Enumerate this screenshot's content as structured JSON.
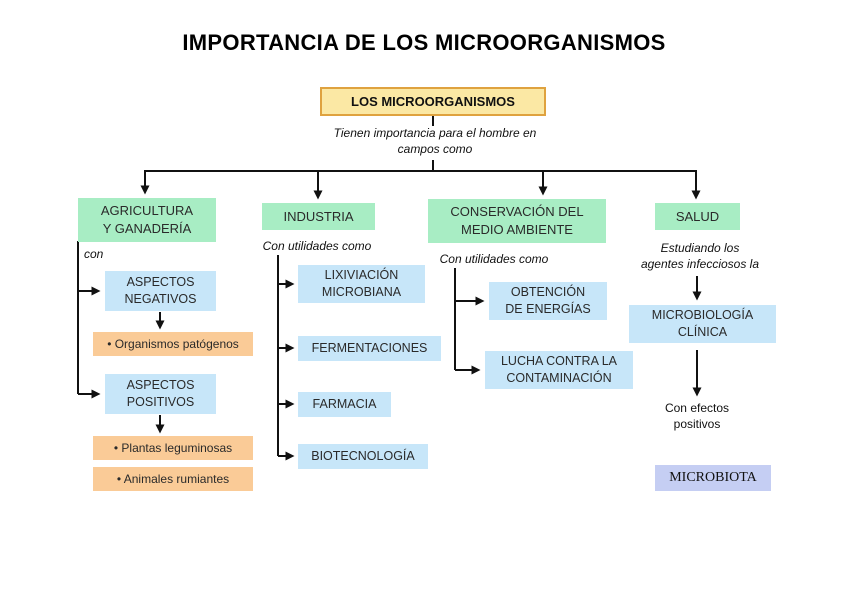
{
  "title": "IMPORTANCIA DE LOS MICROORGANISMOS",
  "root": {
    "label": "LOS MICROORGANISMOS",
    "caption": "Tienen importancia para el hombre en\ncampos como"
  },
  "agricultura": {
    "label": "AGRICULTURA\nY GANADERÍA",
    "caption": "con",
    "negativos": "ASPECTOS\nNEGATIVOS",
    "negativos_item": "• Organismos patógenos",
    "positivos": "ASPECTOS\nPOSITIVOS",
    "positivos_item1": "• Plantas leguminosas",
    "positivos_item2": "• Animales rumiantes"
  },
  "industria": {
    "label": "INDUSTRIA",
    "caption": "Con utilidades como",
    "items": [
      "LIXIVIACIÓN\nMICROBIANA",
      "FERMENTACIONES",
      "FARMACIA",
      "BIOTECNOLOGÍA"
    ]
  },
  "conservacion": {
    "label": "CONSERVACIÓN DEL\nMEDIO AMBIENTE",
    "caption": "Con utilidades como",
    "items": [
      "OBTENCIÓN\nDE ENERGÍAS",
      "LUCHA CONTRA LA\nCONTAMINACIÓN"
    ]
  },
  "salud": {
    "label": "SALUD",
    "caption": "Estudiando los\nagentes infecciosos la",
    "clinica": "MICROBIOLOGÍA\nCLÍNICA",
    "efectos": "Con efectos\npositivos",
    "microbiota": "MICROBIOTA"
  },
  "colors": {
    "root_fill": "#FBE8A4",
    "root_border": "#DFA23F",
    "category_fill": "#A8EDC4",
    "detail_fill": "#C7E6F9",
    "example_fill": "#FACB97",
    "microbiota_fill": "#C5CEF3",
    "connector": "#111111"
  }
}
